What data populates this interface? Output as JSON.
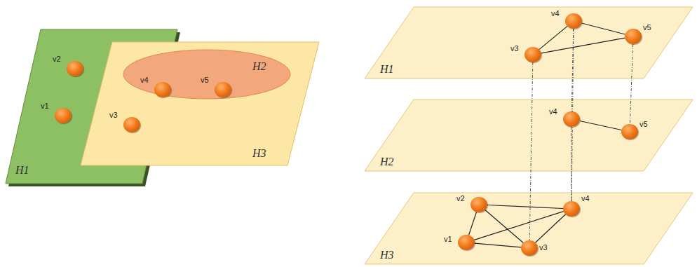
{
  "diagram": {
    "nodes": [
      {
        "text": [
          "H1"
        ]
      },
      {
        "text": [
          "v2"
        ],
        "in": 0
      },
      {
        "text": [
          "v1"
        ],
        "in": 0
      },
      {
        "text": [
          "H3"
        ]
      },
      {
        "text": [
          "H2"
        ],
        "in": 3
      },
      {
        "text": [
          "v4"
        ],
        "in": 4
      },
      {
        "text": [
          "v5"
        ],
        "in": 4
      },
      {
        "text": [
          "v3"
        ],
        "in": 3
      },
      {
        "text": [
          "H1"
        ]
      },
      {
        "text": [
          "v4"
        ],
        "in": 8
      },
      {
        "text": [
          "v5"
        ],
        "in": 8
      },
      {
        "text": [
          "v3"
        ],
        "in": 8
      },
      {
        "text": [
          "H2"
        ]
      },
      {
        "text": [
          "v4"
        ],
        "in": 12
      },
      {
        "text": [
          "v5"
        ],
        "in": 12
      },
      {
        "text": [
          "H3"
        ]
      },
      {
        "text": [
          "v2"
        ],
        "in": 15
      },
      {
        "text": [
          "v4"
        ],
        "in": 15
      },
      {
        "text": [
          "v1"
        ],
        "in": 15
      },
      {
        "text": [
          "v3"
        ],
        "in": 15
      }
    ],
    "edges": [
      {
        "from": 11,
        "to": 9,
        "arrow": "none"
      },
      {
        "from": 9,
        "to": 10,
        "arrow": "none"
      },
      {
        "from": 11,
        "to": 10,
        "arrow": "none"
      },
      {
        "from": 13,
        "to": 14,
        "arrow": "none"
      },
      {
        "from": 16,
        "to": 17,
        "arrow": "none"
      },
      {
        "from": 16,
        "to": 18,
        "arrow": "none"
      },
      {
        "from": 16,
        "to": 19,
        "arrow": "none"
      },
      {
        "from": 18,
        "to": 19,
        "arrow": "none"
      },
      {
        "from": 18,
        "to": 17,
        "arrow": "none"
      },
      {
        "from": 19,
        "to": 17,
        "arrow": "none"
      },
      {
        "from": 11,
        "to": 19,
        "arrow": "none"
      },
      {
        "from": 9,
        "to": 13,
        "arrow": "none"
      },
      {
        "from": 9,
        "to": 17,
        "arrow": "none"
      },
      {
        "from": 13,
        "to": 17,
        "arrow": "none"
      },
      {
        "from": 10,
        "to": 14,
        "arrow": "none"
      }
    ]
  }
}
